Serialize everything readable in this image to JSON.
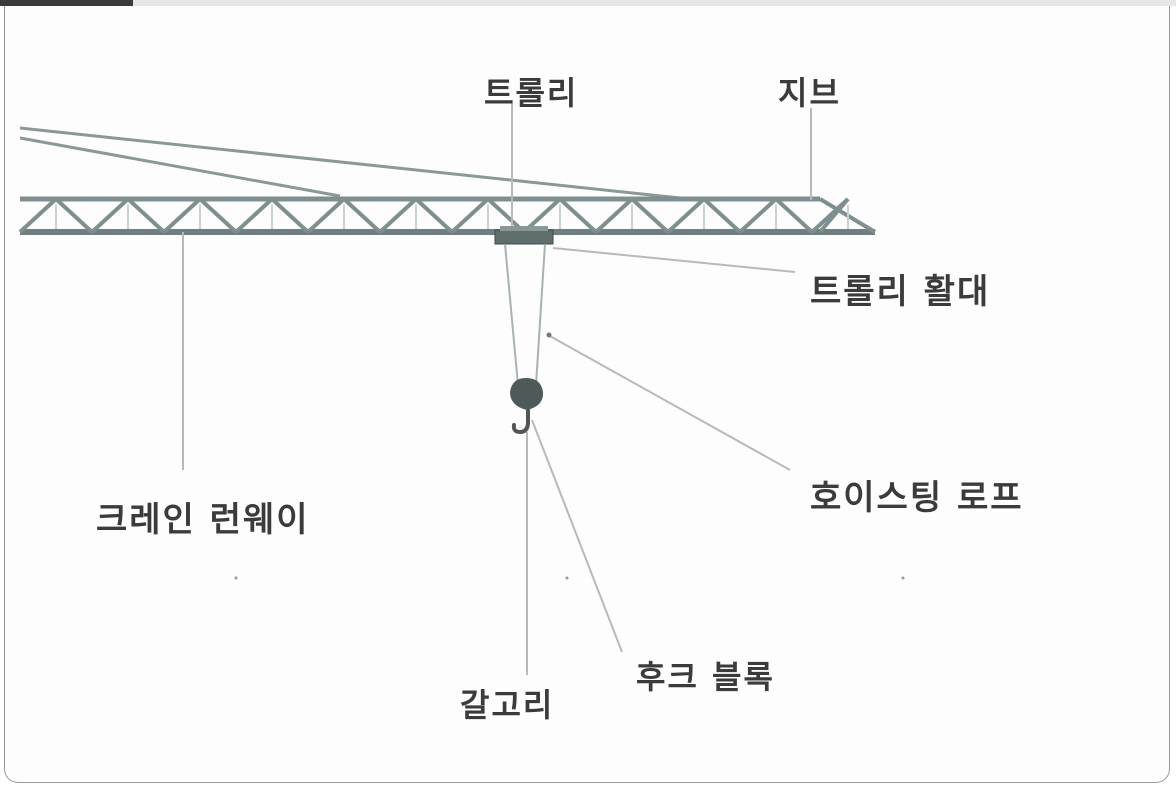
{
  "labels": {
    "trolley": "트롤리",
    "jib": "지브",
    "trolley_pulley": "트롤리 활대",
    "hoisting_rope": "호이스팅 로프",
    "crane_runway": "크레인 런웨이",
    "hook_block": "후크 블록",
    "hook": "갈고리"
  },
  "colors": {
    "truss": "#7f8f8f",
    "truss_dark": "#5a6868",
    "leader": "#b9b9b9",
    "text": "#3b3b3b",
    "hook": "#555555"
  }
}
